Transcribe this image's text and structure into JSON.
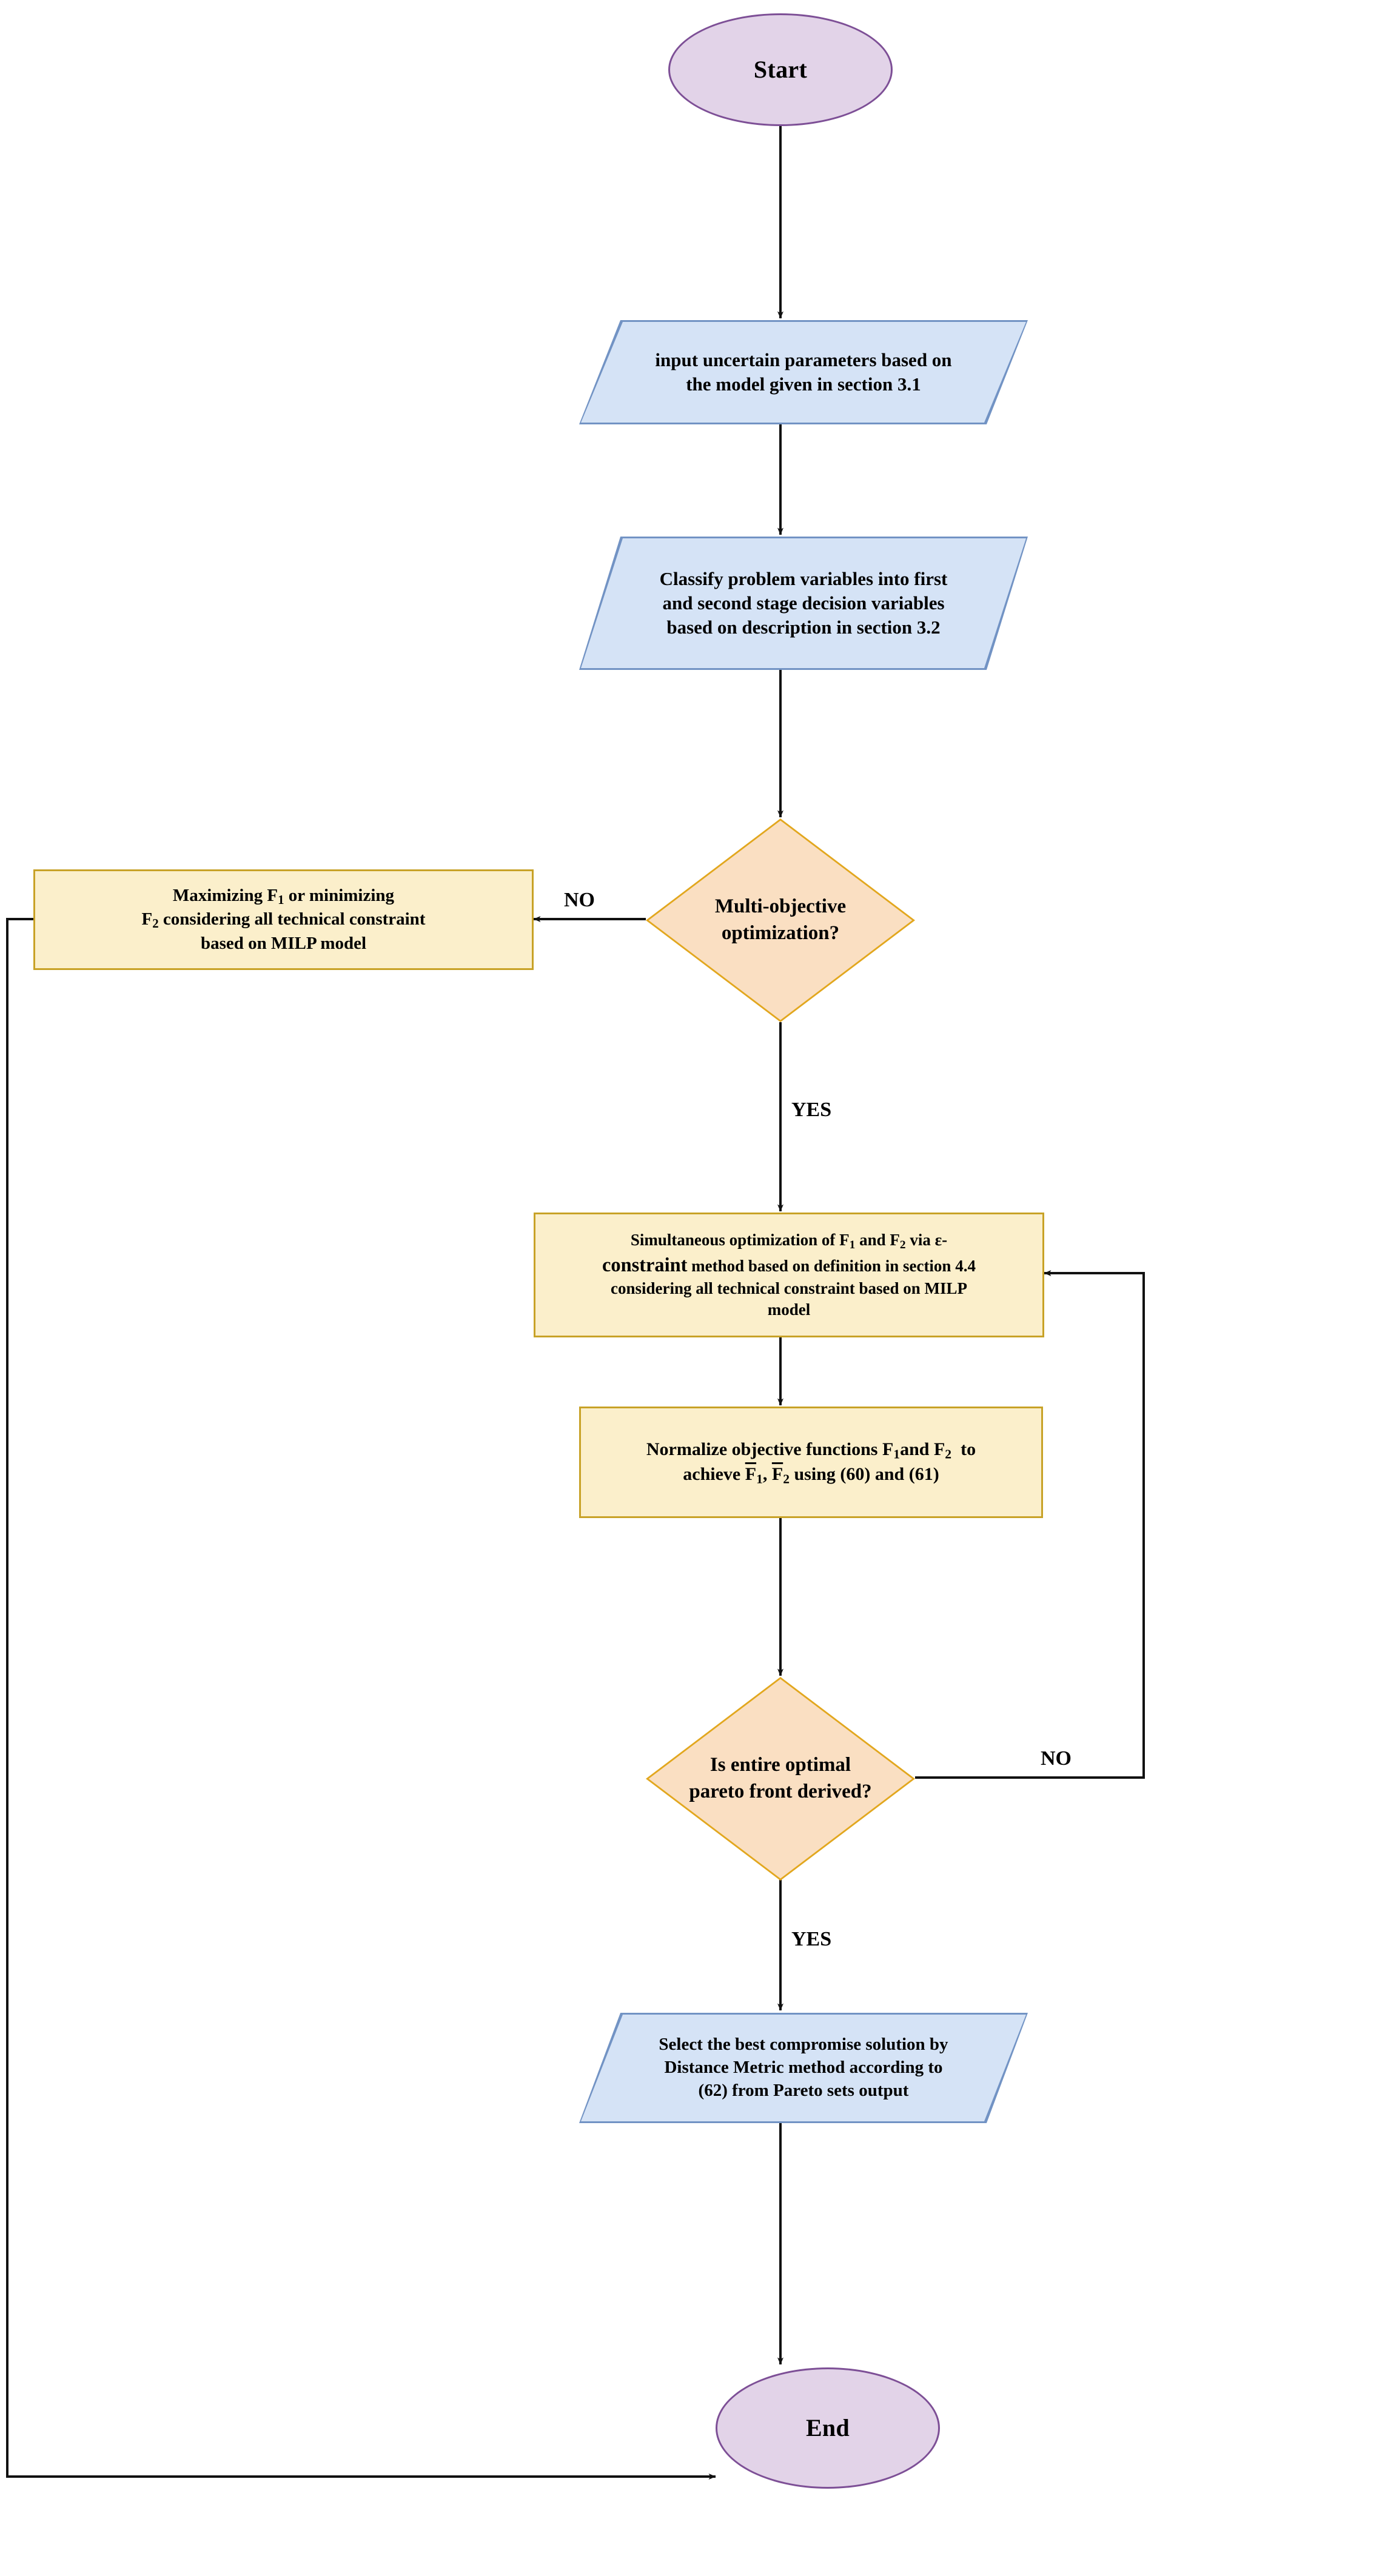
{
  "diagram": {
    "title": "Multi-objective stochastic optimization flowchart",
    "colors": {
      "terminator_fill": "#E2D3E8",
      "terminator_border": "#7D4F96",
      "io_fill": "#D5E3F6",
      "io_border": "#7293C4",
      "process_fill": "#FBEFCB",
      "process_border": "#C8A227",
      "decision_fill": "#FADFC2",
      "decision_border": "#E2A71E",
      "connector": "#000000",
      "background": "#FFFFFF"
    }
  },
  "nodes": {
    "start": {
      "label": "Start",
      "shape": "terminator"
    },
    "input_params": {
      "shape": "parallelogram",
      "lines": [
        "input uncertain parameters based on",
        "the model given in section 3.1"
      ]
    },
    "classify_vars": {
      "shape": "parallelogram",
      "lines": [
        "Classify problem variables into first",
        "and second stage decision variables",
        "based on description in section 3.2"
      ]
    },
    "multi_objective_decision": {
      "shape": "decision",
      "lines": [
        "Multi-objective",
        "optimization?"
      ]
    },
    "single_objective": {
      "shape": "process",
      "lines": [
        "Maximizing F₁ or minimizing",
        "F₂ considering all technical constraint",
        "based on MILP model"
      ]
    },
    "simultaneous_optimization": {
      "shape": "process",
      "lines": [
        "Simultaneous optimization of F₁ and F₂ via ε-",
        "constraint method based on definition in section 4.4",
        "considering all technical constraint based on MILP",
        "model"
      ]
    },
    "normalize": {
      "shape": "process",
      "lines": [
        "Normalize objective functions F₁and F₂  to",
        "achieve F̅₁, F̅₂ using (60) and (61)"
      ]
    },
    "pareto_decision": {
      "shape": "decision",
      "lines": [
        "Is entire optimal",
        "pareto front derived?"
      ]
    },
    "select_best": {
      "shape": "parallelogram",
      "lines": [
        "Select the best compromise solution by",
        "Distance Metric method according to",
        "(62) from Pareto sets output"
      ]
    },
    "end": {
      "label": "End",
      "shape": "terminator"
    }
  },
  "edge_labels": {
    "no_multi_objective": "NO",
    "yes_multi_objective": "YES",
    "no_pareto": "NO",
    "yes_pareto": "YES"
  }
}
